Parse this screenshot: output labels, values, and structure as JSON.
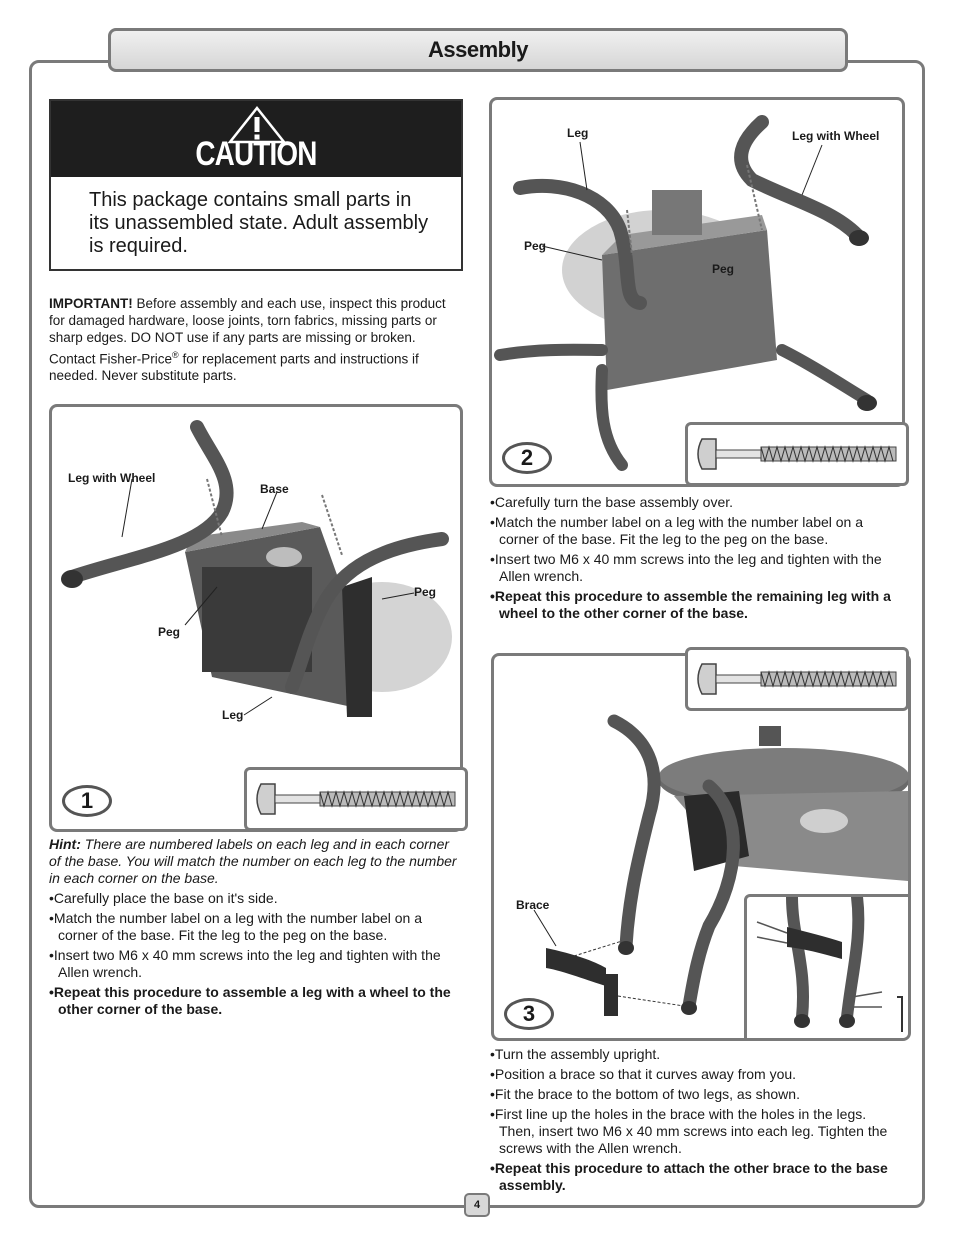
{
  "header": {
    "title": "Assembly"
  },
  "caution": {
    "title": "CAUTION",
    "text": "This package contains small parts in its unassembled state. Adult assembly is required."
  },
  "important": {
    "lead": "IMPORTANT!",
    "text1": " Before assembly and each use, inspect this product for damaged hardware, loose joints, torn fabrics, missing parts or sharp edges. DO NOT use if any parts are missing or broken. Contact Fisher-Price",
    "reg": "®",
    "text2": " for replacement parts and instructions if needed. Never substitute parts."
  },
  "fig1": {
    "step": "1",
    "labels": {
      "leg_with_wheel": "Leg with Wheel",
      "base": "Base",
      "peg_left": "Peg",
      "peg_right": "Peg",
      "leg": "Leg"
    }
  },
  "fig2": {
    "step": "2",
    "labels": {
      "leg": "Leg",
      "leg_with_wheel": "Leg with Wheel",
      "peg_left": "Peg",
      "peg_center": "Peg"
    }
  },
  "fig3": {
    "step": "3",
    "labels": {
      "brace": "Brace"
    }
  },
  "step1": {
    "hint_lead": "Hint:",
    "hint_text": " There are numbered labels on each leg and in each corner of the base. You will match the number on each leg to the number in each corner on the base.",
    "bullets": [
      "Carefully place the base on it's side.",
      "Match the number label on a leg with the number label on a corner of the base. Fit the leg to the peg on the base.",
      "Insert two M6 x 40 mm screws into the leg and tighten with the Allen wrench."
    ],
    "bold": "Repeat this procedure to assemble a leg with a wheel to the other corner of the base."
  },
  "step2": {
    "bullets": [
      "Carefully turn the base assembly over.",
      "Match the number label on a leg with the number label on a corner of the base. Fit the leg to the peg on the base.",
      "Insert two M6 x 40 mm screws into the leg and tighten with the Allen wrench."
    ],
    "bold": "Repeat this procedure to assemble the remaining leg with a wheel to the other corner of the base."
  },
  "step3": {
    "bullets": [
      "Turn the assembly upright.",
      "Position a brace so that it curves away from you.",
      "Fit the brace to the bottom of two legs, as shown.",
      "First line up the holes in the brace with the holes in the legs. Then, insert two M6 x 40 mm screws into each leg. Tighten the screws with the Allen wrench."
    ],
    "bold": "Repeat this procedure to attach the other brace to the base assembly."
  },
  "page_number": "4"
}
